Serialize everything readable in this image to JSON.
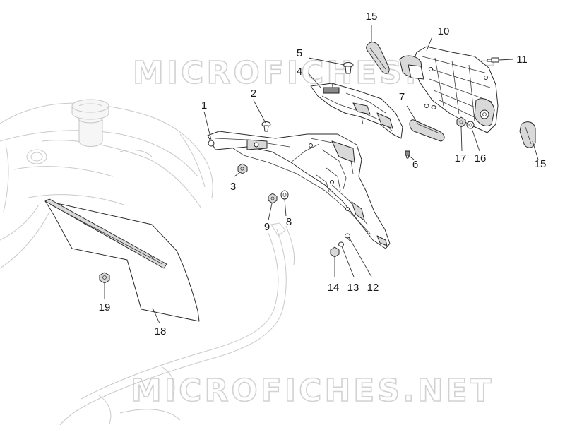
{
  "watermark": {
    "text_top": "MICROFICHES.NET",
    "text_bottom": "MICROFICHES.NET"
  },
  "callouts": [
    {
      "id": "c1",
      "label": "1"
    },
    {
      "id": "c2",
      "label": "2"
    },
    {
      "id": "c3",
      "label": "3"
    },
    {
      "id": "c4",
      "label": "4"
    },
    {
      "id": "c5",
      "label": "5"
    },
    {
      "id": "c6",
      "label": "6"
    },
    {
      "id": "c7",
      "label": "7"
    },
    {
      "id": "c8",
      "label": "8"
    },
    {
      "id": "c9",
      "label": "9"
    },
    {
      "id": "c10",
      "label": "10"
    },
    {
      "id": "c11",
      "label": "11"
    },
    {
      "id": "c12",
      "label": "12"
    },
    {
      "id": "c13",
      "label": "13"
    },
    {
      "id": "c14",
      "label": "14"
    },
    {
      "id": "c15a",
      "label": "15"
    },
    {
      "id": "c15b",
      "label": "15"
    },
    {
      "id": "c16",
      "label": "16"
    },
    {
      "id": "c17",
      "label": "17"
    },
    {
      "id": "c18",
      "label": "18"
    },
    {
      "id": "c19",
      "label": "19"
    }
  ],
  "colors": {
    "line": "#2a2a2a",
    "ghost": "#c9c9c9",
    "watermark": "#d2d2d2"
  }
}
